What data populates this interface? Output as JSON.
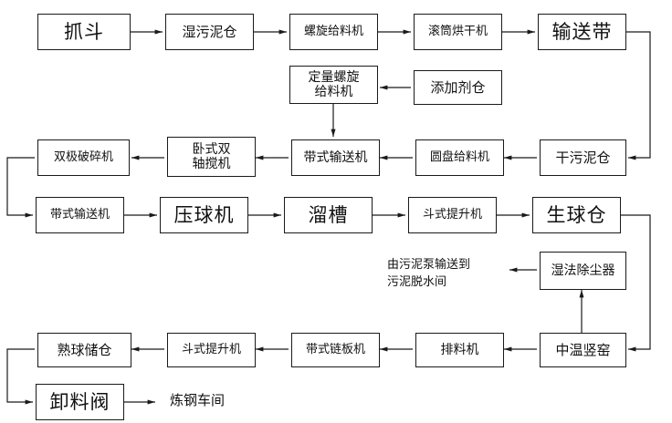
{
  "diagram": {
    "nodes": {
      "grab_bucket": "抓斗",
      "wet_sludge_bin": "湿污泥仓",
      "screw_feeder": "螺旋给料机",
      "drum_dryer": "滚筒烘干机",
      "conveyor_belt": "输送带",
      "quant_screw_feeder": "定量螺旋\n给料机",
      "additive_bin": "添加剂仓",
      "double_crusher": "双极破碎机",
      "horizontal_mixer": "卧式双\n轴搅机",
      "belt_conveyor_top": "带式输送机",
      "disc_feeder": "圆盘给料机",
      "dry_sludge_bin": "干污泥仓",
      "belt_conveyor_mid": "带式输送机",
      "ball_press": "压球机",
      "chute": "溜槽",
      "bucket_elevator_mid": "斗式提升机",
      "green_ball_bin": "生球仓",
      "wet_scrubber": "湿法除尘器",
      "shaft_kiln": "中温竖窑",
      "discharger": "排料机",
      "chain_conveyor": "带式链板机",
      "bucket_elevator_bot": "斗式提升机",
      "cooked_ball_bin": "熟球储仓",
      "unload_valve": "卸料阀"
    },
    "notes": {
      "sludge_pump": "由污泥泵输送到\n污泥脱水间",
      "steel_workshop": "炼钢车间"
    },
    "colors": {
      "line": "#1a1a1a",
      "box_border": "#1a1a1a",
      "background": "#ffffff"
    }
  }
}
